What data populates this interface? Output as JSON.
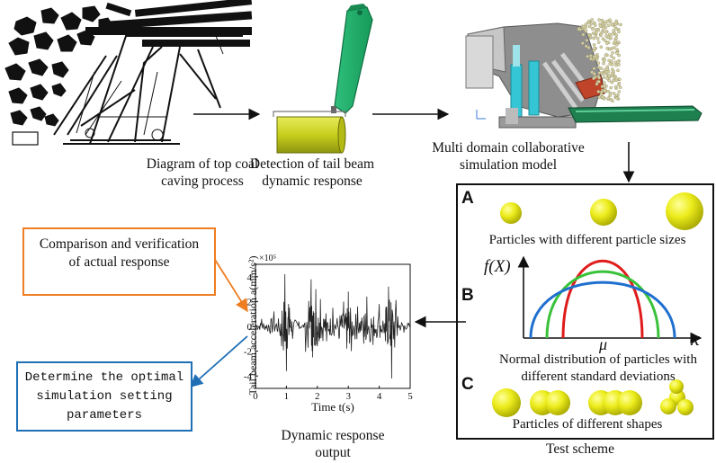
{
  "stages": {
    "caving_label": "Diagram of top coal caving process",
    "detection_label": "Detection of tail beam dynamic response",
    "model_label": "Multi domain collaborative simulation model"
  },
  "test_scheme": {
    "title": "Test scheme",
    "panel_a": {
      "letter": "A",
      "caption": "Particles with different particle sizes"
    },
    "panel_b": {
      "letter": "B",
      "caption": "Normal distribution of particles with different standard deviations",
      "y_axis_label": "f(X)",
      "x_axis_label": "x",
      "mean_label": "μ",
      "curve_colors": [
        "#e01b1b",
        "#39c23a",
        "#1f6fcf"
      ]
    },
    "panel_c": {
      "letter": "C",
      "caption": "Particles of different shapes"
    }
  },
  "verification": {
    "comparison_label": "Comparison and verification of actual response",
    "comparison_color": "#ef7d22",
    "optimal_label": "Determine the optimal simulation setting parameters",
    "optimal_color": "#1f6fb5"
  },
  "dynamic_output": {
    "caption": "Dynamic response output"
  },
  "chart_data": {
    "type": "line",
    "xlabel": "Time t(s)",
    "ylabel": "Tail beam acceleration a(mm/s²)",
    "y_multiplier": "×10⁵",
    "xlim": [
      0,
      5
    ],
    "ylim": [
      -5,
      5
    ],
    "x_ticks": [
      "0",
      "1",
      "2",
      "3",
      "4",
      "5"
    ],
    "y_ticks": [
      "4",
      "2",
      "0",
      "-2",
      "-4"
    ],
    "series": [
      {
        "x": [
          0,
          0.2,
          0.4,
          0.6,
          0.8,
          0.95,
          1.0,
          1.1,
          1.2,
          1.4,
          1.6,
          1.8,
          1.85,
          1.95,
          2.0,
          2.1,
          2.3,
          2.5,
          2.7,
          2.85,
          2.95,
          3.0,
          3.1,
          3.3,
          3.5,
          3.6,
          3.8,
          4.0,
          4.2,
          4.3,
          4.4,
          4.6,
          4.8,
          5.0
        ],
        "values": [
          0,
          0.6,
          -0.4,
          1.2,
          -0.8,
          4.2,
          -3.6,
          1.5,
          -1.0,
          0.4,
          0.3,
          3.8,
          -2.5,
          3.0,
          -1.6,
          2.2,
          -1.2,
          1.5,
          -1.0,
          2.0,
          -1.8,
          2.8,
          -2.0,
          1.6,
          -1.4,
          2.4,
          -1.5,
          1.8,
          -1.2,
          3.2,
          -4.2,
          0.8,
          -0.5,
          0.2
        ]
      }
    ]
  }
}
